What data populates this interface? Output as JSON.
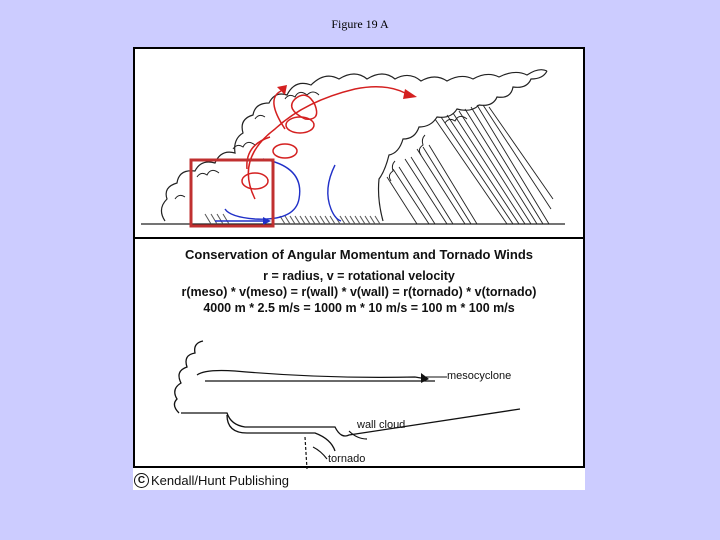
{
  "slide": {
    "title": "Figure 19 A"
  },
  "diagram": {
    "heading": "Conservation of Angular Momentum and Tornado Winds",
    "formula_line1": "r = radius, v = rotational velocity",
    "formula_line2": "r(meso) * v(meso) = r(wall) * v(wall) = r(tornado) * v(tornado)",
    "formula_line3": "4000 m * 2.5 m/s = 1000 m * 10 m/s = 100 m * 100 m/s",
    "label_mesocyclone": "mesocyclone",
    "label_wall_cloud": "wall cloud",
    "label_tornado": "tornado",
    "colors": {
      "highlight_box": "#c03030",
      "flow_red": "#d42020",
      "flow_blue": "#2030c8"
    }
  },
  "credit": {
    "symbol": "C",
    "text": "Kendall/Hunt Publishing"
  }
}
